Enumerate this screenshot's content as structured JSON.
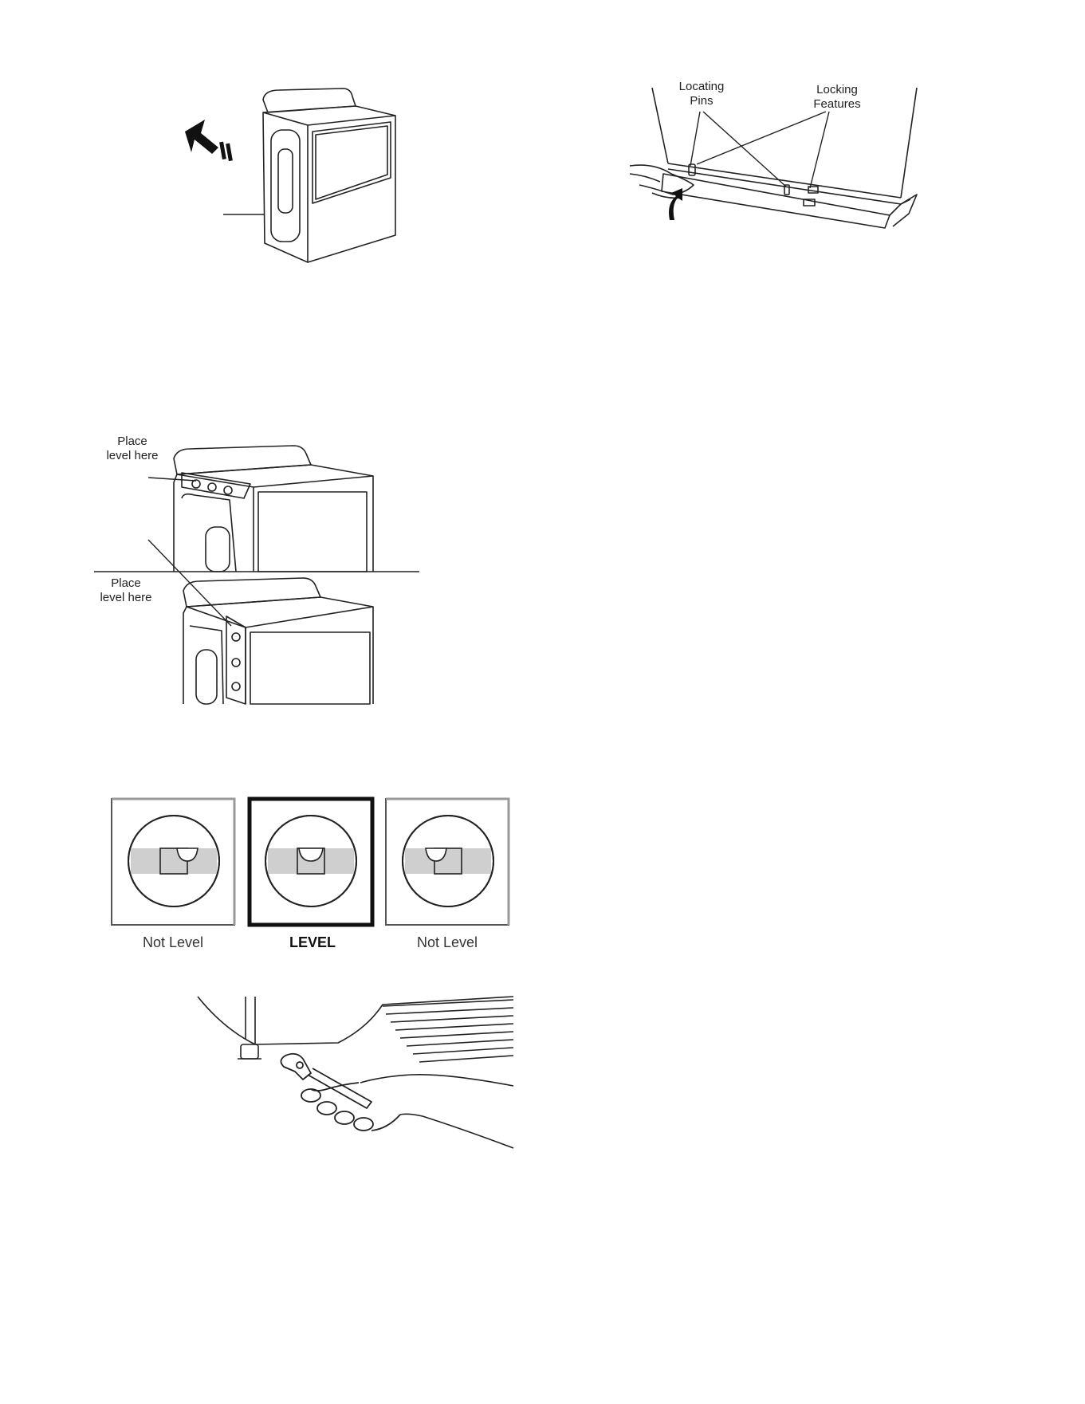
{
  "figures": {
    "dryer_push": {
      "icon": "arrow-up-left-icon"
    },
    "base_panel": {
      "locating_pins_label_line1": "Locating",
      "locating_pins_label_line2": "Pins",
      "locking_features_label_line1": "Locking",
      "locking_features_label_line2": "Features"
    },
    "place_level": {
      "top_label_line1": "Place",
      "top_label_line2": "level here",
      "bottom_label_line1": "Place",
      "bottom_label_line2": "level here"
    },
    "bubble_levels": {
      "captions": [
        "Not Level",
        "LEVEL",
        "Not Level"
      ]
    },
    "wrench": {
      "icon": "wrench-icon"
    }
  }
}
